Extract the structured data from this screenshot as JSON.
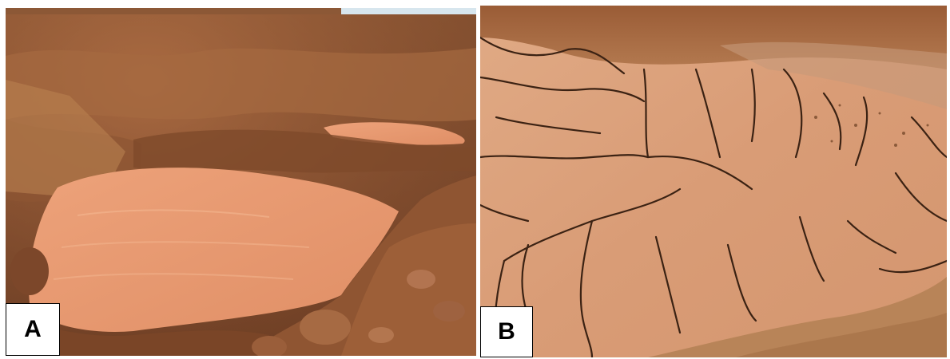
{
  "panels": [
    {
      "label": "A",
      "description_icon": "photo-flooded-pit"
    },
    {
      "label": "B",
      "description_icon": "photo-cracked-mud"
    }
  ],
  "colors": {
    "sky": "#cfe3ef",
    "soil_dark": "#7a4a2a",
    "soil_mid": "#a8673d",
    "soil_light": "#c4865a",
    "water": "#e39a72",
    "mud": "#d9a07b",
    "crack": "#3b2213"
  }
}
